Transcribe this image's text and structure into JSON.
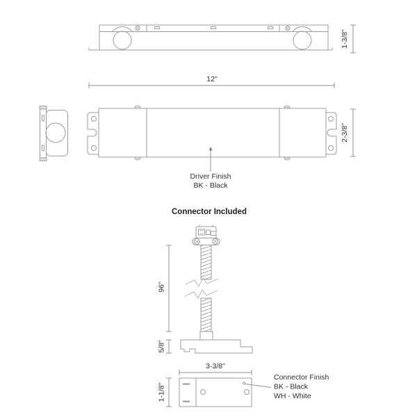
{
  "drawing": {
    "top_view": {
      "length_dim": "12\"",
      "height_dim": "1-3/8\""
    },
    "front_view": {
      "height_dim": "2-3/8\"",
      "finish_label": "Driver Finish",
      "finish_value": "BK - Black"
    },
    "connector": {
      "title": "Connector Included",
      "cable_length_dim": "96\"",
      "base_height_dim": "5/8\"",
      "base_width_dim": "3-3/8\"",
      "body_height_dim": "1-1/8\"",
      "finish_label": "Connector Finish",
      "finish_black": "BK - Black",
      "finish_white": "WH - White"
    },
    "colors": {
      "line": "#9b9ca0",
      "dimension_line": "#8f9093",
      "text": "#2f2f2f"
    }
  }
}
